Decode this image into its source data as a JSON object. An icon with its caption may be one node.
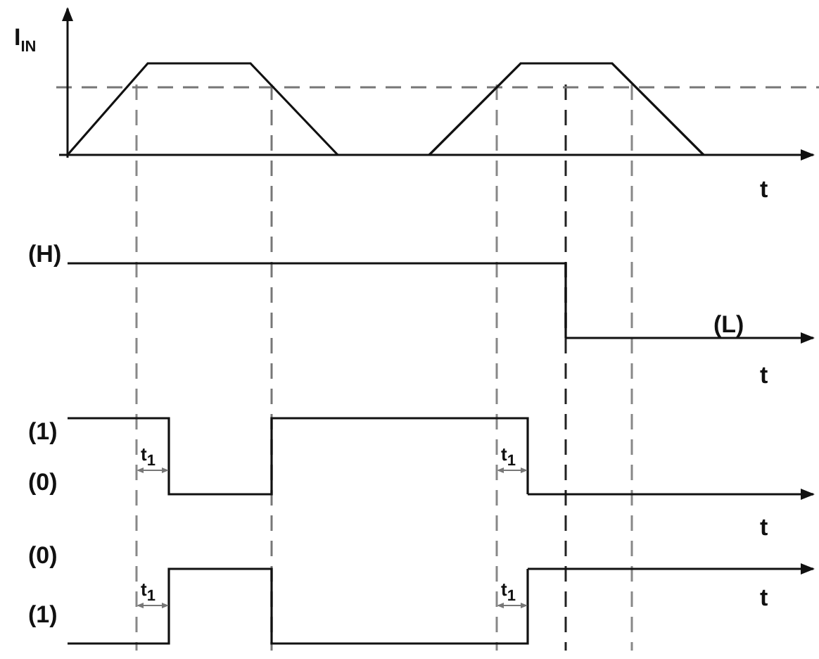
{
  "diagram": {
    "labels": [
      "I$_{IN}$",
      "t",
      "(H)",
      "(L)",
      "t",
      "(1)",
      "t$_{1}$",
      "t$_{1}$",
      "(0)",
      "t",
      "(0)",
      "t$_{1}$",
      "t$_{1}$",
      "t",
      "(1)"
    ]
  }
}
